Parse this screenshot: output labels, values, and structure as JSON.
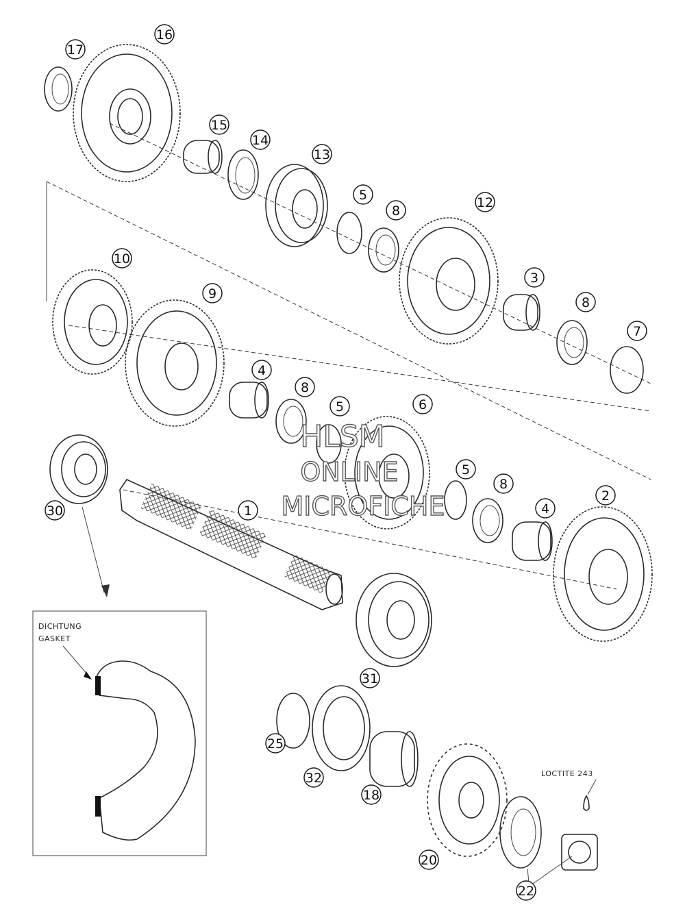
{
  "callouts": [
    "17",
    "16",
    "15",
    "14",
    "13",
    "5",
    "8",
    "12",
    "10",
    "9",
    "3",
    "8",
    "7",
    "4",
    "8",
    "5",
    "6",
    "5",
    "8",
    "4",
    "2",
    "30",
    "1",
    "31",
    "25",
    "32",
    "18",
    "20",
    "22"
  ],
  "notes": {
    "dichtung": "DICHTUNG",
    "gasket": "GASKET",
    "loctite": "LOCTITE 243"
  },
  "watermark": {
    "line1": "HLSM",
    "line2": "ONLINE",
    "line3": "MICROFICHE"
  }
}
